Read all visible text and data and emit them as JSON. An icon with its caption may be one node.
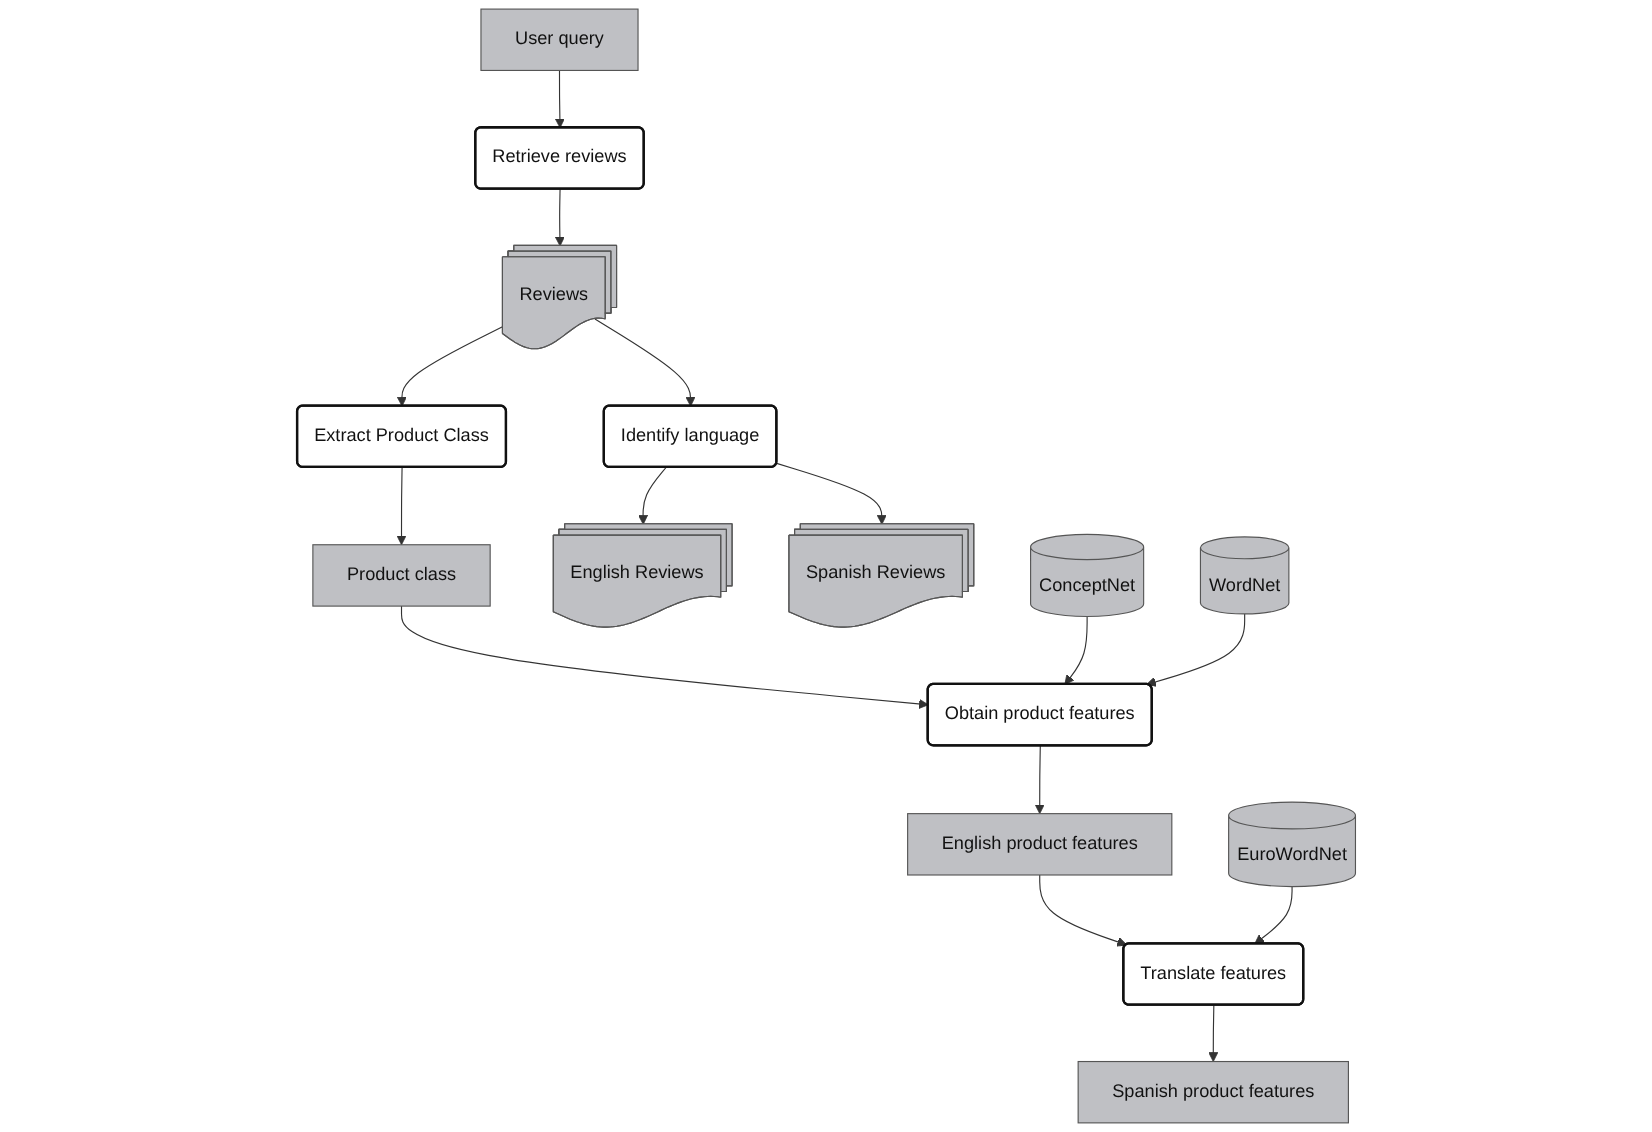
{
  "diagram": {
    "nodes": [
      {
        "text": [
          "User query"
        ]
      },
      {
        "text": [
          "Retrieve reviews"
        ]
      },
      {
        "text": [
          "Reviews"
        ]
      },
      {
        "text": [
          "Extract Product Class"
        ]
      },
      {
        "text": [
          "Identify language"
        ]
      },
      {
        "text": [
          "Product class"
        ]
      },
      {
        "text": [
          "English Reviews"
        ]
      },
      {
        "text": [
          "Spanish Reviews"
        ]
      },
      {
        "text": [
          "Obtain product features"
        ]
      },
      {
        "text": [
          "ConceptNet"
        ]
      },
      {
        "text": [
          "WordNet"
        ]
      },
      {
        "text": [
          "English product features"
        ]
      },
      {
        "text": [
          "Translate features"
        ]
      },
      {
        "text": [
          "EuroWordNet"
        ]
      },
      {
        "text": [
          "Spanish product features"
        ]
      }
    ],
    "edges": [
      {
        "from": 0,
        "to": 1,
        "arrow": "to"
      },
      {
        "from": 1,
        "to": 2,
        "arrow": "to"
      },
      {
        "from": 2,
        "to": 3,
        "arrow": "to"
      },
      {
        "from": 2,
        "to": 4,
        "arrow": "to"
      },
      {
        "from": 3,
        "to": 5,
        "arrow": "to"
      },
      {
        "from": 4,
        "to": 6,
        "arrow": "to"
      },
      {
        "from": 4,
        "to": 7,
        "arrow": "to"
      },
      {
        "from": 5,
        "to": 8,
        "arrow": "to"
      },
      {
        "from": 9,
        "to": 8,
        "arrow": "to"
      },
      {
        "from": 10,
        "to": 8,
        "arrow": "to"
      },
      {
        "from": 8,
        "to": 11,
        "arrow": "to"
      },
      {
        "from": 11,
        "to": 12,
        "arrow": "to"
      },
      {
        "from": 13,
        "to": 12,
        "arrow": "to"
      },
      {
        "from": 12,
        "to": 14,
        "arrow": "to"
      }
    ]
  }
}
